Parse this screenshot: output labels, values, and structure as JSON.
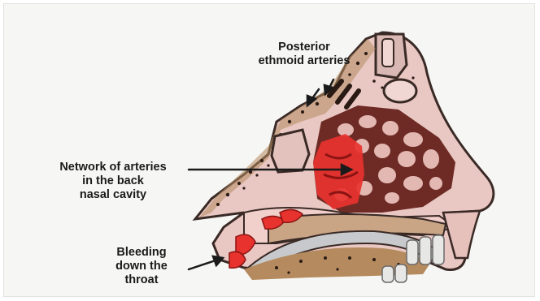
{
  "labels": {
    "posterior_ethmoid": "Posterior\nethmoid arteries",
    "network": "Network of arteries\nin the back\nnasal cavity",
    "bleeding": "Bleeding\ndown the\nthroat"
  },
  "colors": {
    "background": "#f6f6f4",
    "tissue": "#e9c7c3",
    "tissue_outline": "#3a2a26",
    "arteries": "#5a2420",
    "bone_speckle": "#2a1a14",
    "bleeding_red": "#e8322e",
    "bone_gray": "#c7c9cc"
  }
}
